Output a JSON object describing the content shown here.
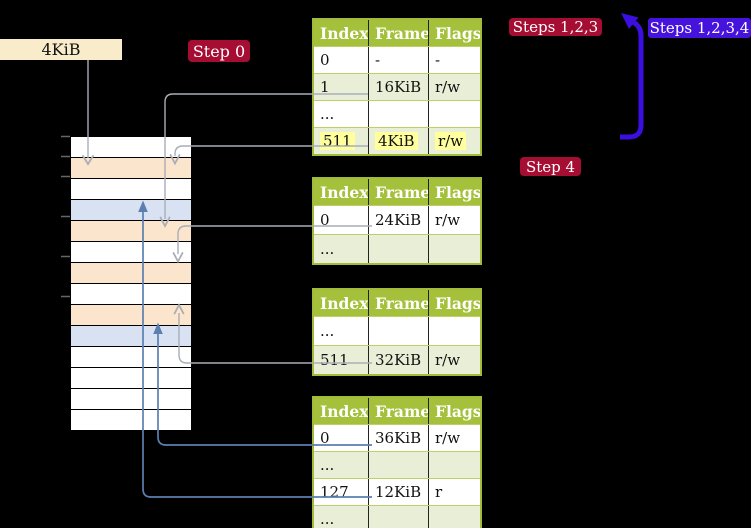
{
  "colors": {
    "wheat": "#f9ecca",
    "crimson": "#a60d33",
    "indigo": "#4613dd",
    "arrow-blue": "#3a0fe0",
    "olive": "#a5c13c",
    "olive-border": "#a2bc39",
    "row-green": "#e9efd6",
    "row-sep": "#bccf68",
    "peach": "#fce5cd",
    "lightblue": "#d8e2f3",
    "yellow": "#ffff9e",
    "gray-line": "#a9aeb6",
    "steel": "#5b7fb0",
    "tick": "#666666"
  },
  "labels": {
    "page_size": "4KiB",
    "step0": "Step 0",
    "steps123": "Steps 1,2,3",
    "steps1234": "Steps 1,2,3,4",
    "step4": "Step 4"
  },
  "memory": {
    "rows": [
      "white",
      "peach",
      "white",
      "blue",
      "peach",
      "white",
      "peach",
      "white",
      "peach",
      "blue",
      "white",
      "white",
      "white",
      "white"
    ]
  },
  "tables": [
    {
      "headers": [
        "Index",
        "Frame",
        "Flags"
      ],
      "rows": [
        [
          "0",
          "-",
          "-"
        ],
        [
          "1",
          "16KiB",
          "r/w"
        ],
        [
          "...",
          "",
          ""
        ],
        [
          "511",
          "4KiB",
          "r/w"
        ]
      ]
    },
    {
      "headers": [
        "Index",
        "Frame",
        "Flags"
      ],
      "rows": [
        [
          "0",
          "24KiB",
          "r/w"
        ],
        [
          "...",
          "",
          ""
        ]
      ]
    },
    {
      "headers": [
        "Index",
        "Frame",
        "Flags"
      ],
      "rows": [
        [
          "...",
          "",
          ""
        ],
        [
          "511",
          "32KiB",
          "r/w"
        ]
      ]
    },
    {
      "headers": [
        "Index",
        "Frame",
        "Flags"
      ],
      "rows": [
        [
          "0",
          "36KiB",
          "r/w"
        ],
        [
          "...",
          "",
          ""
        ],
        [
          "127",
          "12KiB",
          "r"
        ],
        [
          "...",
          "",
          ""
        ]
      ]
    }
  ]
}
